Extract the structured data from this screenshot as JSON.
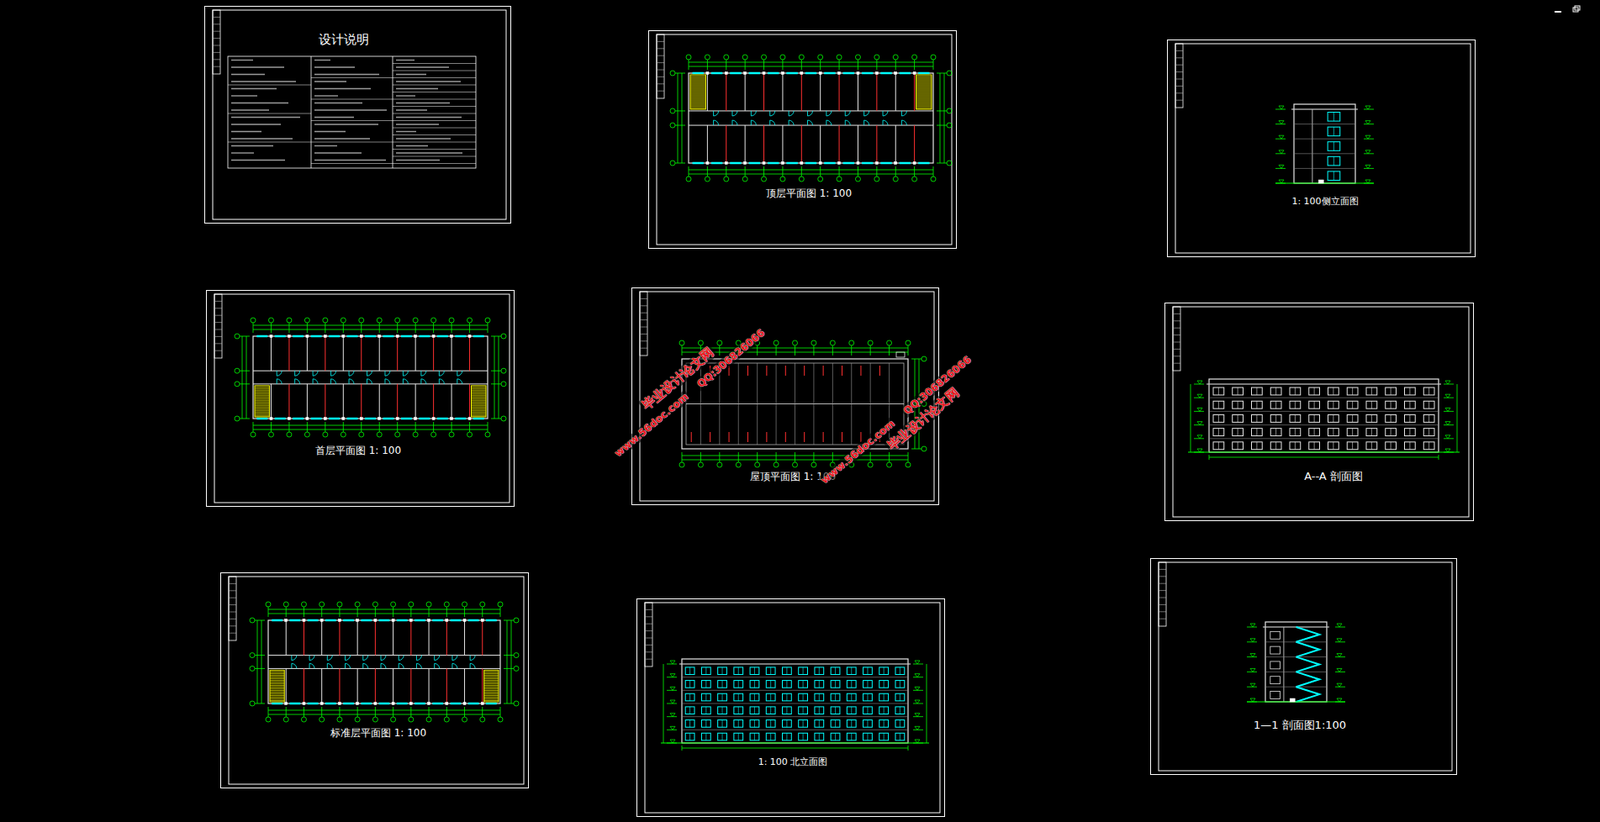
{
  "diagram": {
    "nodes": [
      {
        "text": [
          "设计说明"
        ]
      },
      {
        "text": [
          "顶层平面图 1: 100"
        ]
      },
      {
        "text": [
          "1: 100侧立面图"
        ]
      },
      {
        "text": [
          "首层平面图 1: 100"
        ]
      },
      {
        "text": [
          "屋顶平面图 1: 100"
        ]
      },
      {
        "text": [
          "A--A 剖面图"
        ]
      },
      {
        "text": [
          "标准层平面图 1: 100"
        ]
      },
      {
        "text": [
          "1: 100 北立面图"
        ]
      },
      {
        "text": [
          "1—1 剖面图1:100"
        ]
      }
    ],
    "labels": [
      "毕业设计论文网",
      "www.56doc.com",
      "QQ:306826066",
      "www.56doc.com",
      "QQ:306826066",
      "毕业设计论文网"
    ]
  }
}
